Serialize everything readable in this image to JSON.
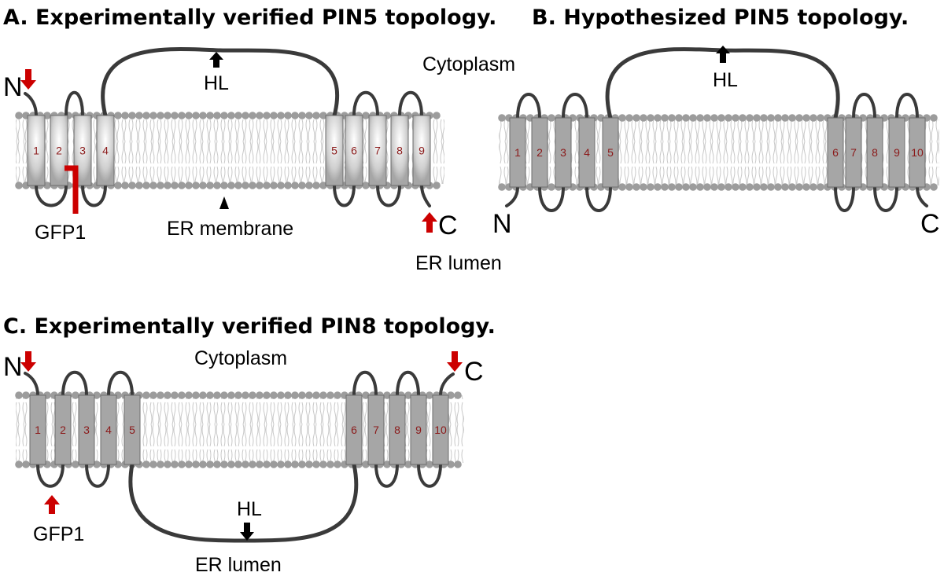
{
  "panel_a": {
    "title": "A. Experimentally verified PIN5 topology.",
    "n_label": "N",
    "c_label": "C",
    "helices": [
      "1",
      "2",
      "3",
      "4",
      "5",
      "6",
      "7",
      "8",
      "9"
    ],
    "hl_label": "HL",
    "gfp_label": "GFP1",
    "membrane_label": "ER membrane",
    "cytoplasm_label": "Cytoplasm",
    "lumen_label": "ER lumen"
  },
  "panel_b": {
    "title": "B. Hypothesized PIN5 topology.",
    "n_label": "N",
    "c_label": "C",
    "helices": [
      "1",
      "2",
      "3",
      "4",
      "5",
      "6",
      "7",
      "8",
      "9",
      "10"
    ],
    "hl_label": "HL"
  },
  "panel_c": {
    "title": "C. Experimentally verified PIN8 topology.",
    "n_label": "N",
    "c_label": "C",
    "helices": [
      "1",
      "2",
      "3",
      "4",
      "5",
      "6",
      "7",
      "8",
      "9",
      "10"
    ],
    "hl_label": "HL",
    "gfp_label": "GFP1",
    "cytoplasm_label": "Cytoplasm",
    "lumen_label": "ER lumen"
  },
  "colors": {
    "helix": "#a6a6a6",
    "lipid_head": "#9c9c9c",
    "loop": "#3a3a3a",
    "red_arrow": "#cc0000",
    "helix_number": "#8b1a1a"
  }
}
